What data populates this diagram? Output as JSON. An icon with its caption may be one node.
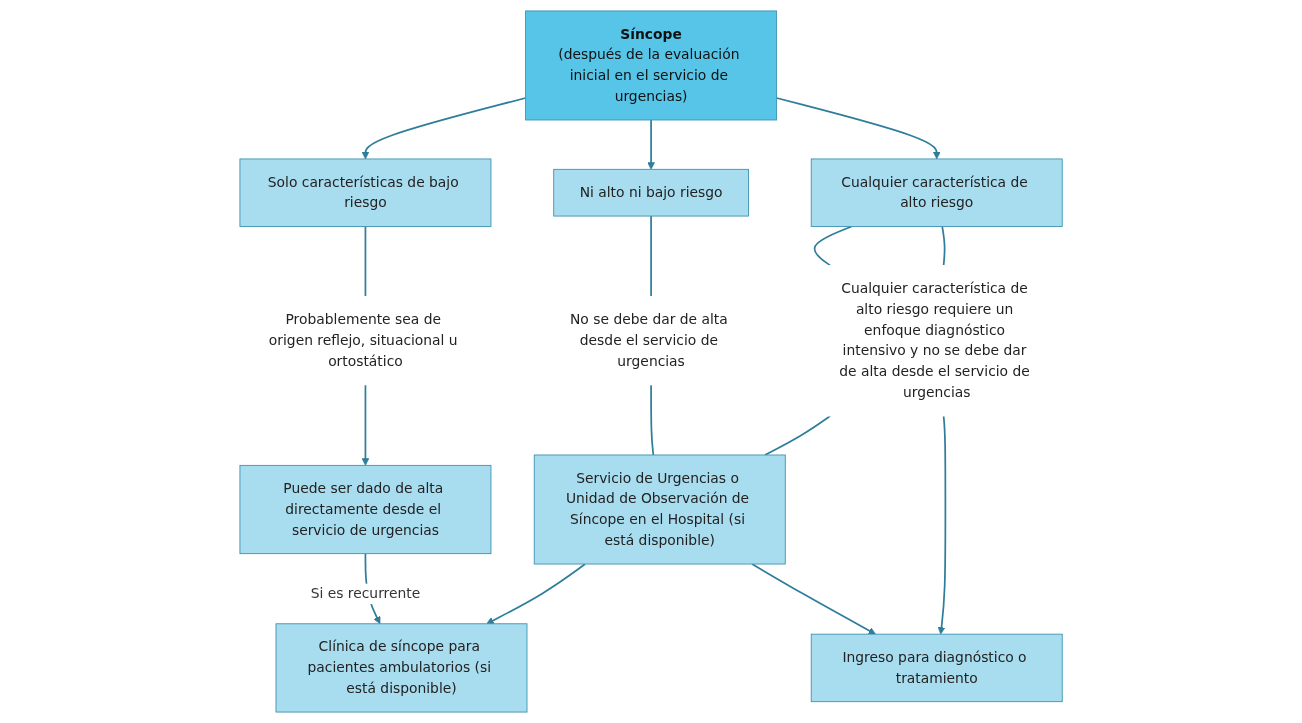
{
  "diagram": {
    "nodes": [
      {
        "text": [
          "Síncope",
          "(después de la evaluación inicial en el servicio de urgencias)"
        ]
      },
      {
        "text": [
          "Solo características de bajo riesgo"
        ]
      },
      {
        "text": [
          "Ni alto ni bajo riesgo"
        ]
      },
      {
        "text": [
          "Cualquier característica de alto riesgo"
        ]
      },
      {
        "text": [
          "Probablemente sea de origen reflejo, situacional u ortostático"
        ]
      },
      {
        "text": [
          "No se debe dar de alta desde el servicio de urgencias"
        ]
      },
      {
        "text": [
          "Cualquier característica de alto riesgo requiere un enfoque diagnóstico intensivo y no se debe dar de alta desde el servicio de urgencias"
        ]
      },
      {
        "text": [
          "Servicio de Urgencias o Unidad de Observación de Síncope en el Hospital (si está disponible)"
        ]
      },
      {
        "text": [
          "Puede ser dado de alta directamente desde el servicio de urgencias"
        ]
      },
      {
        "text": [
          "Clínica de síncope para pacientes ambulatorios (si está disponible)"
        ]
      },
      {
        "text": [
          "Ingreso para diagnóstico o tratamiento"
        ]
      }
    ],
    "edges": [
      {
        "from": 0,
        "to": 1,
        "arrow": "to"
      },
      {
        "from": 0,
        "to": 2,
        "arrow": "to"
      },
      {
        "from": 0,
        "to": 3,
        "arrow": "to"
      },
      {
        "from": 1,
        "to": 4,
        "arrow": "none"
      },
      {
        "from": 2,
        "to": 5,
        "arrow": "none"
      },
      {
        "from": 3,
        "to": 6,
        "arrow": "none"
      },
      {
        "from": 3,
        "to": 6,
        "arrow": "none"
      },
      {
        "from": 4,
        "to": 8,
        "arrow": "to"
      },
      {
        "from": 5,
        "to": 7,
        "arrow": "none"
      },
      {
        "from": 6,
        "to": 7,
        "arrow": "none"
      },
      {
        "from": 6,
        "to": 10,
        "arrow": "to"
      },
      {
        "from": 7,
        "to": 9,
        "arrow": "to"
      },
      {
        "from": 7,
        "to": 10,
        "arrow": "to"
      },
      {
        "from": 8,
        "to": 9,
        "arrow": "to",
        "label": "Si es recurrente"
      }
    ]
  }
}
